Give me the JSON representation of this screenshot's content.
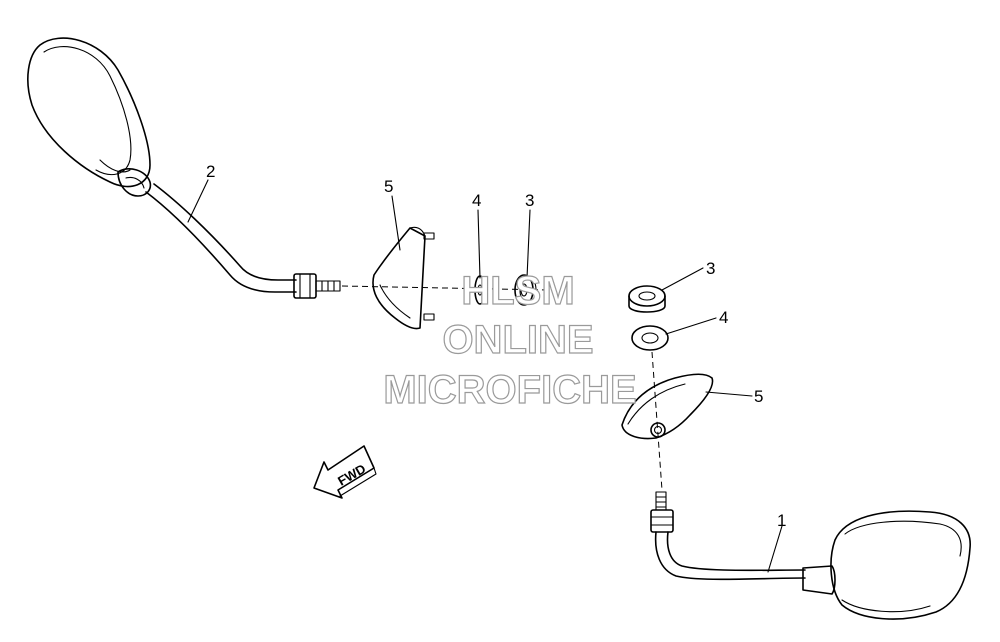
{
  "callouts": {
    "left_mirror": "2",
    "left_cover": "5",
    "left_washer": "4",
    "left_nut": "3",
    "right_nut": "3",
    "right_washer": "4",
    "right_cover": "5",
    "right_mirror": "1"
  },
  "watermark": {
    "line1": "HLSM",
    "line2": "ONLINE",
    "line3": "MICROFICHE"
  },
  "direction_arrow": {
    "label": "FWD",
    "icon": "fwd-arrow-icon"
  }
}
